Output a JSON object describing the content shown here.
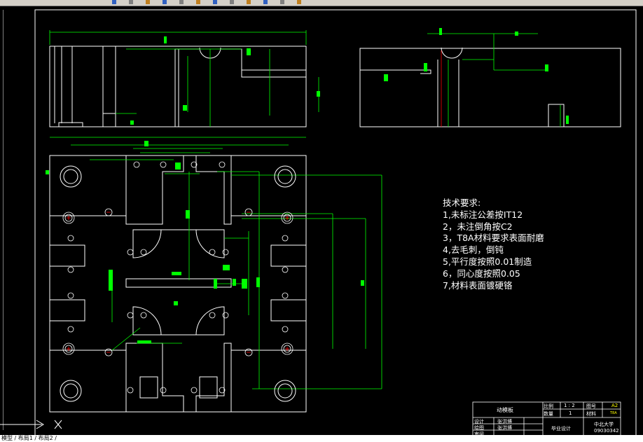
{
  "app": {
    "toolbar_icons": [
      "open-icon",
      "save-icon",
      "print-icon",
      "cut-icon",
      "copy-icon",
      "paste-icon",
      "undo-icon",
      "redo-icon",
      "pan-icon",
      "zoom-icon",
      "properties-icon",
      "layer-icon"
    ]
  },
  "colors": {
    "background": "#000000",
    "frame": "#ffffff",
    "outline": "#ffffff",
    "dimension": "#00ff00",
    "hole_center": "#ff0000",
    "marker": "#00ff00",
    "accent_blue": "#6060ff"
  },
  "drawing": {
    "notes_title": "技术要求:",
    "notes": [
      "1,未标注公差按IT12",
      "2，未注倒角按C2",
      "3，T8A材料要求表面耐磨",
      "4,去毛刺，倒钝",
      "5,平行度按照0.01制造",
      "6，同心度按照0.05",
      "7,材料表面镀硬铬"
    ]
  },
  "title_block": {
    "part_name": "动模板",
    "scale_label": "比例",
    "scale_value": "1 : 2",
    "sheet_label": "图号",
    "sheet_value": "A2",
    "qty_label": "数量",
    "qty_value": "1",
    "material_label": "材料",
    "material_value": "T8A",
    "design_label": "设计",
    "design_name": "张洪博",
    "draw_label": "绘图",
    "draw_name": "张洪博",
    "review_label": "审阅",
    "project": "毕业设计",
    "school": "中北大学",
    "student_id": "09030342"
  },
  "command_line": {
    "text": "模型 / 布局1 / 布局2 /"
  }
}
